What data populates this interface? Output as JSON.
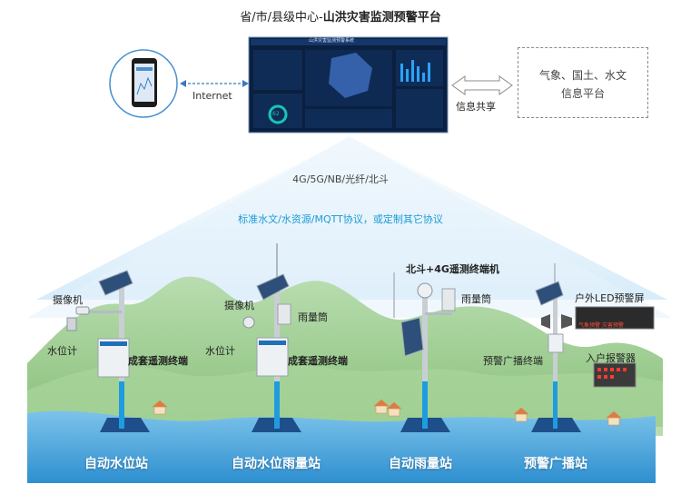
{
  "title": {
    "prefix": "省/市/县级中心-",
    "main": "山洪灾害监测预警平台"
  },
  "dashboard": {
    "header": "山洪灾害监测预警系统",
    "gauge_value": "62"
  },
  "link_left": "Internet",
  "link_right": "信息共享",
  "external_platform": {
    "line1": "气象、国土、水文",
    "line2": "信息平台"
  },
  "communication": "4G/5G/NB/光纤/北斗",
  "protocol": "标准水文/水资源/MQTT协议，或定制其它协议",
  "labels": {
    "camera_1": "摄像机",
    "water_level_1": "水位计",
    "telemetry_1": "成套遥测终端",
    "camera_2": "摄像机",
    "rain_gauge_2": "雨量筒",
    "water_level_2": "水位计",
    "telemetry_2": "成套遥测终端",
    "beidou_terminal": "北斗+4G遥测终端机",
    "rain_gauge_3": "雨量筒",
    "led_screen": "户外LED预警屏",
    "broadcast_terminal": "预警广播终端",
    "household_alarm": "入户报警器",
    "led_text": "气象预警 灾害预警"
  },
  "stations": [
    "自动水位站",
    "自动水位雨量站",
    "自动雨量站",
    "预警广播站"
  ],
  "colors": {
    "accent": "#1a9bd6",
    "hill": "#9fcf8e",
    "water": "#4aa8dc",
    "base": "#2f6fb0"
  }
}
